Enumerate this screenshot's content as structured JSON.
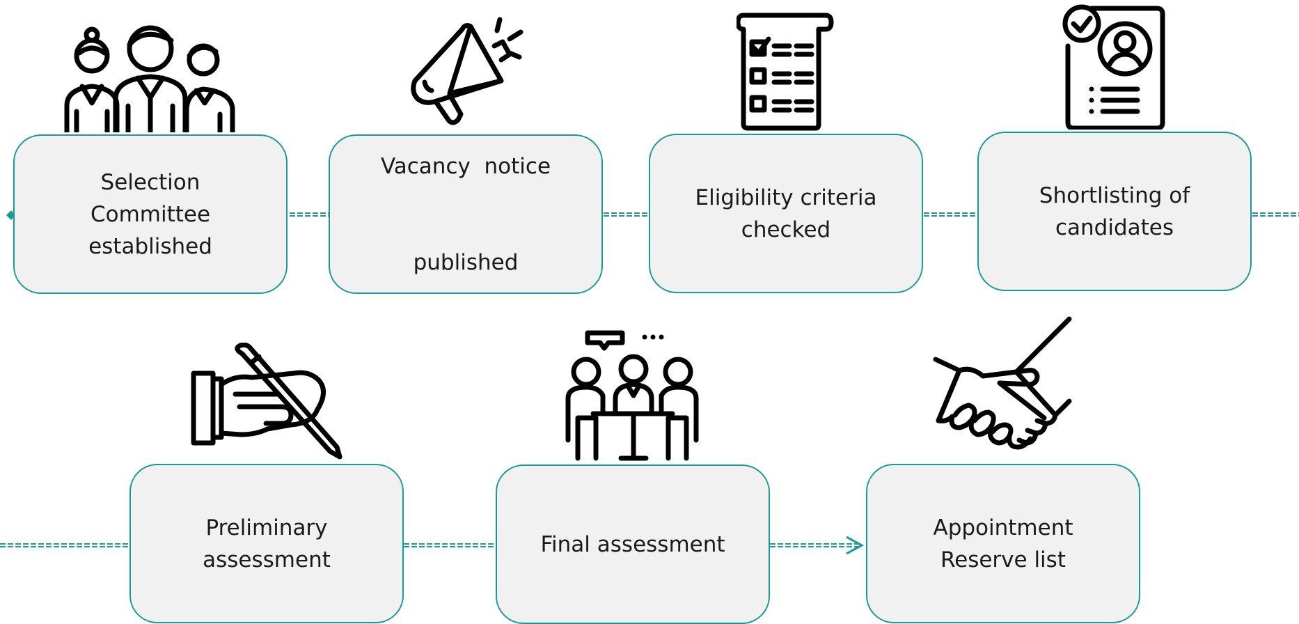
{
  "colors": {
    "accent": "#1a9a96",
    "box_fill": "#f1f1f1",
    "icon": "#000000",
    "text": "#1a1a1a"
  },
  "steps": [
    {
      "lines": [
        "Selection",
        "Committee",
        "established"
      ],
      "icon": "people-group-icon"
    },
    {
      "lines": [
        "Vacancy  notice",
        "published"
      ],
      "icon": "megaphone-icon"
    },
    {
      "lines": [
        "Eligibility criteria",
        "checked"
      ],
      "icon": "checklist-icon"
    },
    {
      "lines": [
        "Shortlisting of",
        "candidates"
      ],
      "icon": "profile-document-icon"
    },
    {
      "lines": [
        "Preliminary",
        "assessment"
      ],
      "icon": "writing-hand-icon"
    },
    {
      "lines": [
        "Final assessment"
      ],
      "icon": "interview-meeting-icon"
    },
    {
      "lines": [
        "Appointment",
        "Reserve list"
      ],
      "icon": "handshake-icon"
    }
  ]
}
